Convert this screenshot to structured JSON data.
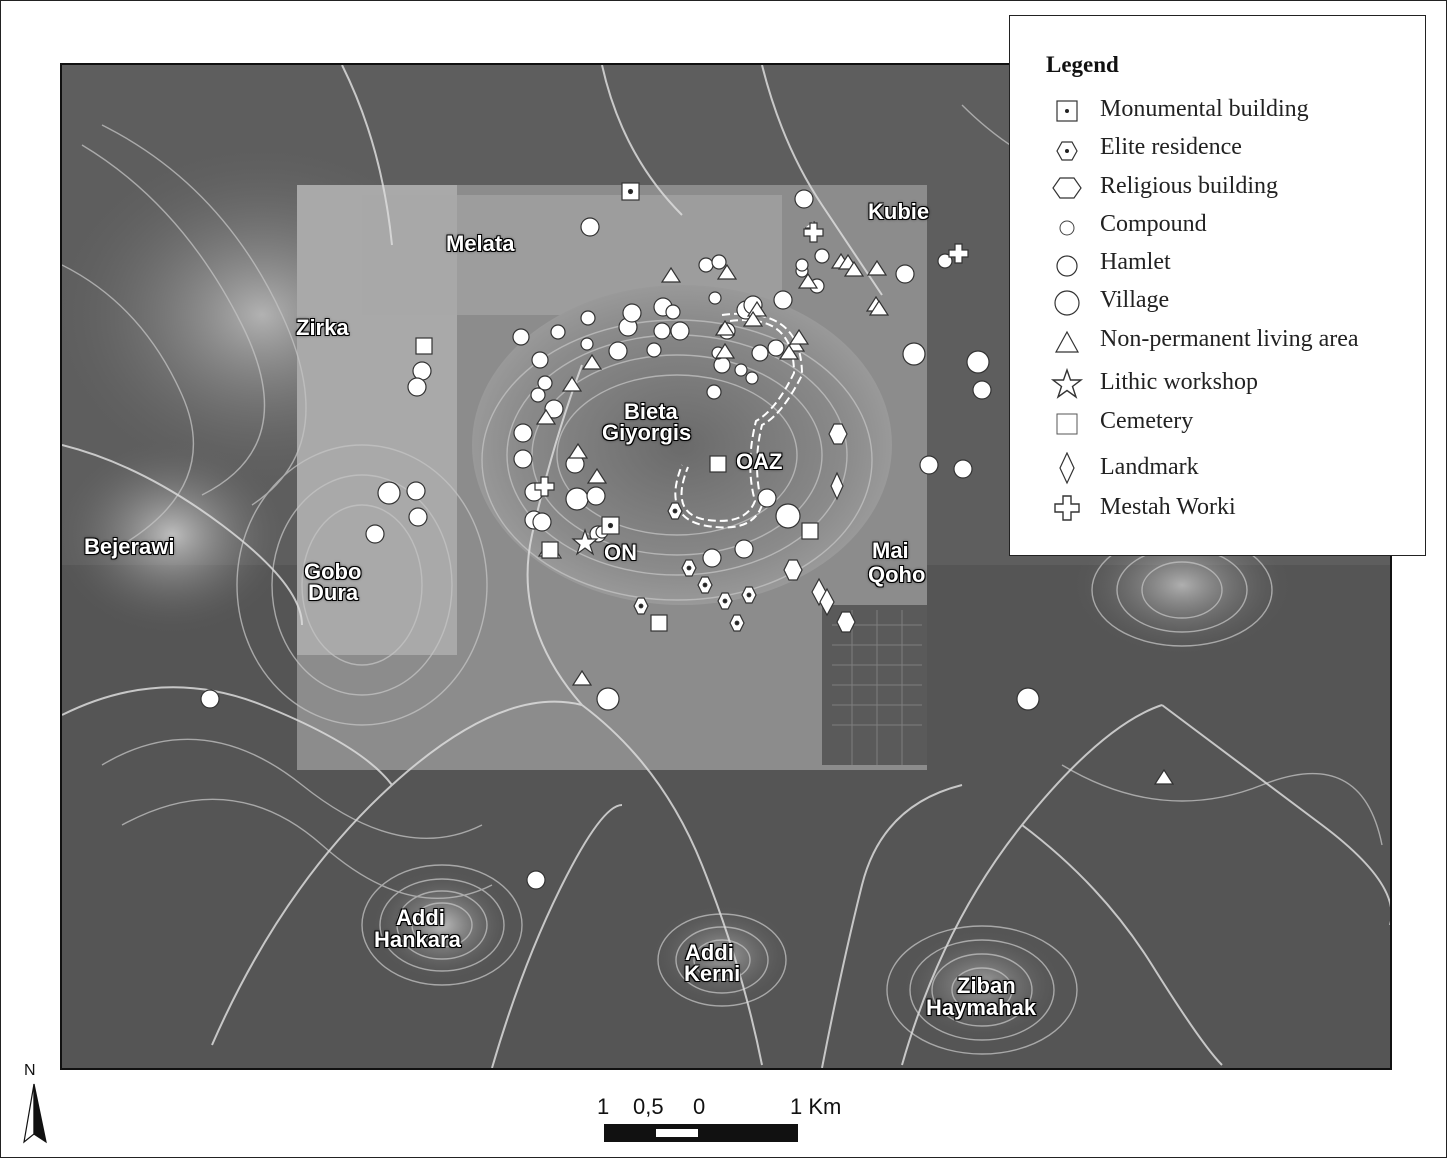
{
  "legend": {
    "title": "Legend",
    "items": [
      {
        "key": "monumental",
        "label": "Monumental building",
        "icon": "square-dot-icon"
      },
      {
        "key": "elite",
        "label": "Elite residence",
        "icon": "hexagon-dot-icon"
      },
      {
        "key": "religious",
        "label": "Religious building",
        "icon": "hexagon-icon"
      },
      {
        "key": "compound",
        "label": "Compound",
        "icon": "small-circle-icon"
      },
      {
        "key": "hamlet",
        "label": "Hamlet",
        "icon": "medium-circle-icon"
      },
      {
        "key": "village",
        "label": "Village",
        "icon": "large-circle-icon"
      },
      {
        "key": "nonperm",
        "label": "Non-permanent living area",
        "icon": "triangle-icon"
      },
      {
        "key": "lithic",
        "label": "Lithic workshop",
        "icon": "star-icon"
      },
      {
        "key": "cemetery",
        "label": "Cemetery",
        "icon": "square-icon"
      },
      {
        "key": "landmark",
        "label": "Landmark",
        "icon": "diamond-icon"
      },
      {
        "key": "mestah",
        "label": "Mestah Worki",
        "icon": "cross-icon"
      }
    ]
  },
  "places": {
    "melata": "Melata",
    "kubie": "Kubie",
    "zirka": "Zirka",
    "bieta": "Bieta",
    "giyorgis": "Giyorgis",
    "oaz": "OAZ",
    "on": "ON",
    "bejerawi": "Bejerawi",
    "gobo": "Gobo",
    "dura": "Dura",
    "mai": "Mai",
    "qoho": "Qoho",
    "addi1": "Addi",
    "hankara": "Hankara",
    "addi2": "Addi",
    "kerni": "Kerni",
    "ziban": "Ziban",
    "haymahak": "Haymahak"
  },
  "north_arrow": {
    "label": "N"
  },
  "scale": {
    "labels": [
      "1",
      "0,5",
      "0",
      "1 Km"
    ]
  },
  "colors": {
    "map_dark": "#4a4a4a",
    "map_mid": "#6e6e6e",
    "contour": "#bdbdbd",
    "stream": "#d8d8d8",
    "symbol_fill": "#ffffff"
  }
}
